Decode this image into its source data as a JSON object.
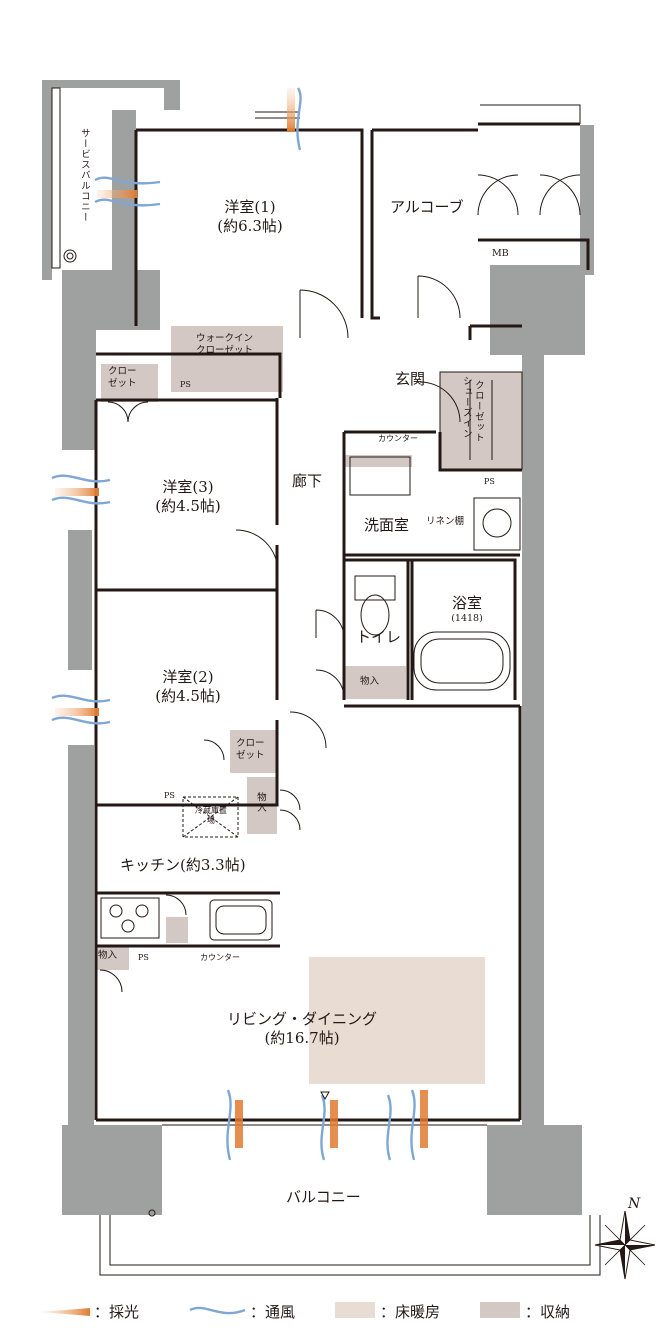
{
  "rooms": {
    "western1": {
      "name": "洋室(1)",
      "size": "(約6.3帖)"
    },
    "western2": {
      "name": "洋室(2)",
      "size": "(約4.5帖)"
    },
    "western3": {
      "name": "洋室(3)",
      "size": "(約4.5帖)"
    },
    "alcove": "アルコーブ",
    "mb": "MB",
    "service_balcony": "サービスバルコニー",
    "walkin_closet": [
      "ウォークイン",
      "クローゼット"
    ],
    "closet": [
      "クロー",
      "ゼット"
    ],
    "ps": "PS",
    "entrance": "玄関",
    "shoes_closet": [
      "シューズイン",
      "クローゼット"
    ],
    "counter": "カウンター",
    "corridor": "廊下",
    "washroom": "洗面室",
    "linen": "リネン棚",
    "bathroom": {
      "name": "浴室",
      "size": "(1418)"
    },
    "toilet": "トイレ",
    "storage": "物入",
    "fridge": "冷蔵庫置場",
    "kitchen": "キッチン(約3.3帖)",
    "living": {
      "name": "リビング・ダイニング",
      "size": "(約16.7帖)"
    },
    "balcony": "バルコニー"
  },
  "compass": "N",
  "legend": [
    {
      "label": "：採光",
      "kind": "light"
    },
    {
      "label": "：通風",
      "kind": "wind"
    },
    {
      "label": "：床暖房",
      "kind": "floorheat"
    },
    {
      "label": "：収納",
      "kind": "storage"
    }
  ],
  "colors": {
    "wall": "#9fa0a0",
    "storage": "#d3c8c3",
    "floor_heating": "#e9dcd2",
    "light": "#e07a30",
    "wind": "#7ea7d6"
  }
}
